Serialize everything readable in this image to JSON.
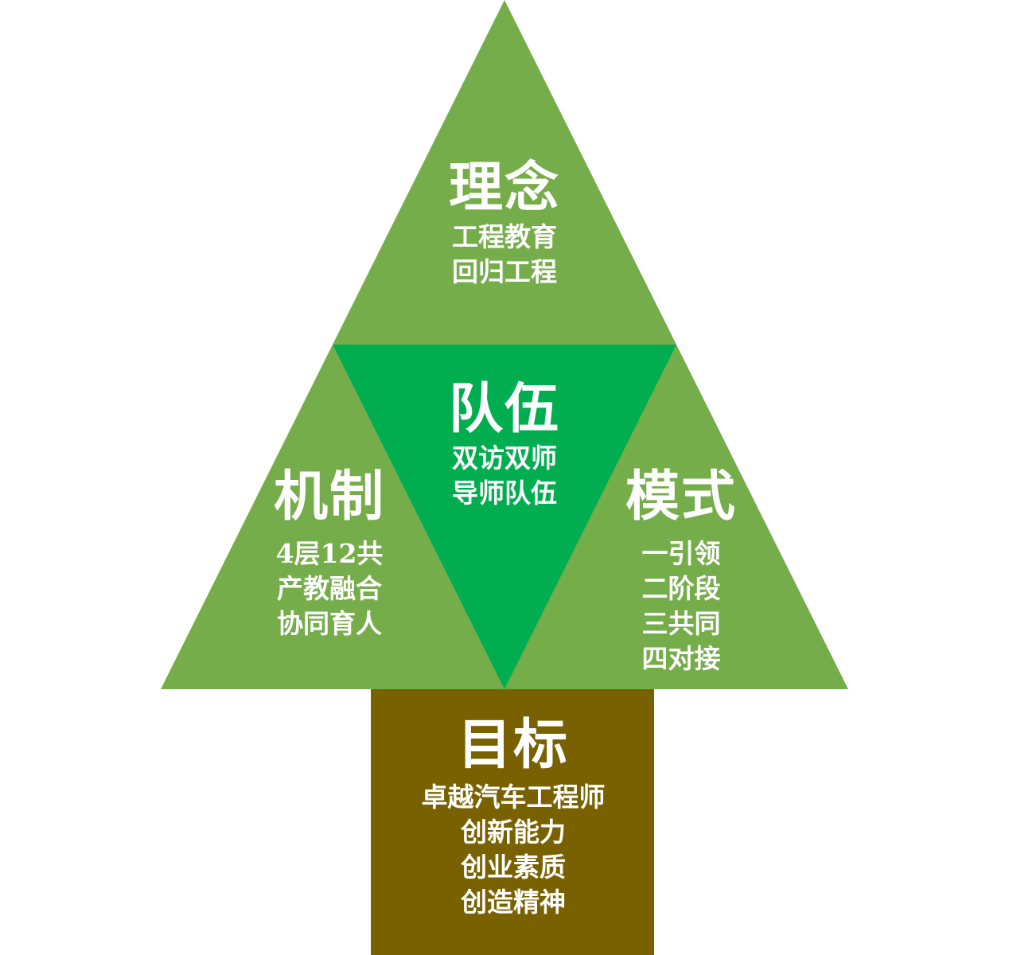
{
  "colors": {
    "canopy": "#76ad4b",
    "center": "#00ae4f",
    "trunk": "#7a6100",
    "text": "#ffffff"
  },
  "top": {
    "title": "理念",
    "lines": [
      "工程教育",
      "回归工程"
    ]
  },
  "center": {
    "title": "队伍",
    "lines": [
      "双访双师",
      "导师队伍"
    ]
  },
  "left": {
    "title": "机制",
    "lines": [
      "4层12共",
      "产教融合",
      "协同育人"
    ]
  },
  "right": {
    "title": "模式",
    "lines": [
      "一引领",
      "二阶段",
      "三共同",
      "四对接"
    ]
  },
  "trunk": {
    "title": "目标",
    "lines": [
      "卓越汽车工程师",
      "创新能力",
      "创业素质",
      "创造精神"
    ]
  }
}
